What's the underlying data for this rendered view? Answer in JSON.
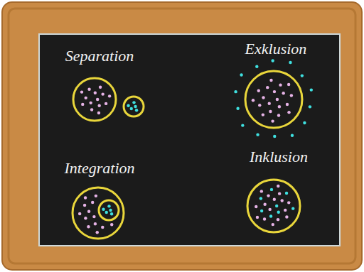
{
  "diagram": {
    "labels": [
      "Separation",
      "Exklusion",
      "Integration",
      "Inklusion"
    ]
  }
}
